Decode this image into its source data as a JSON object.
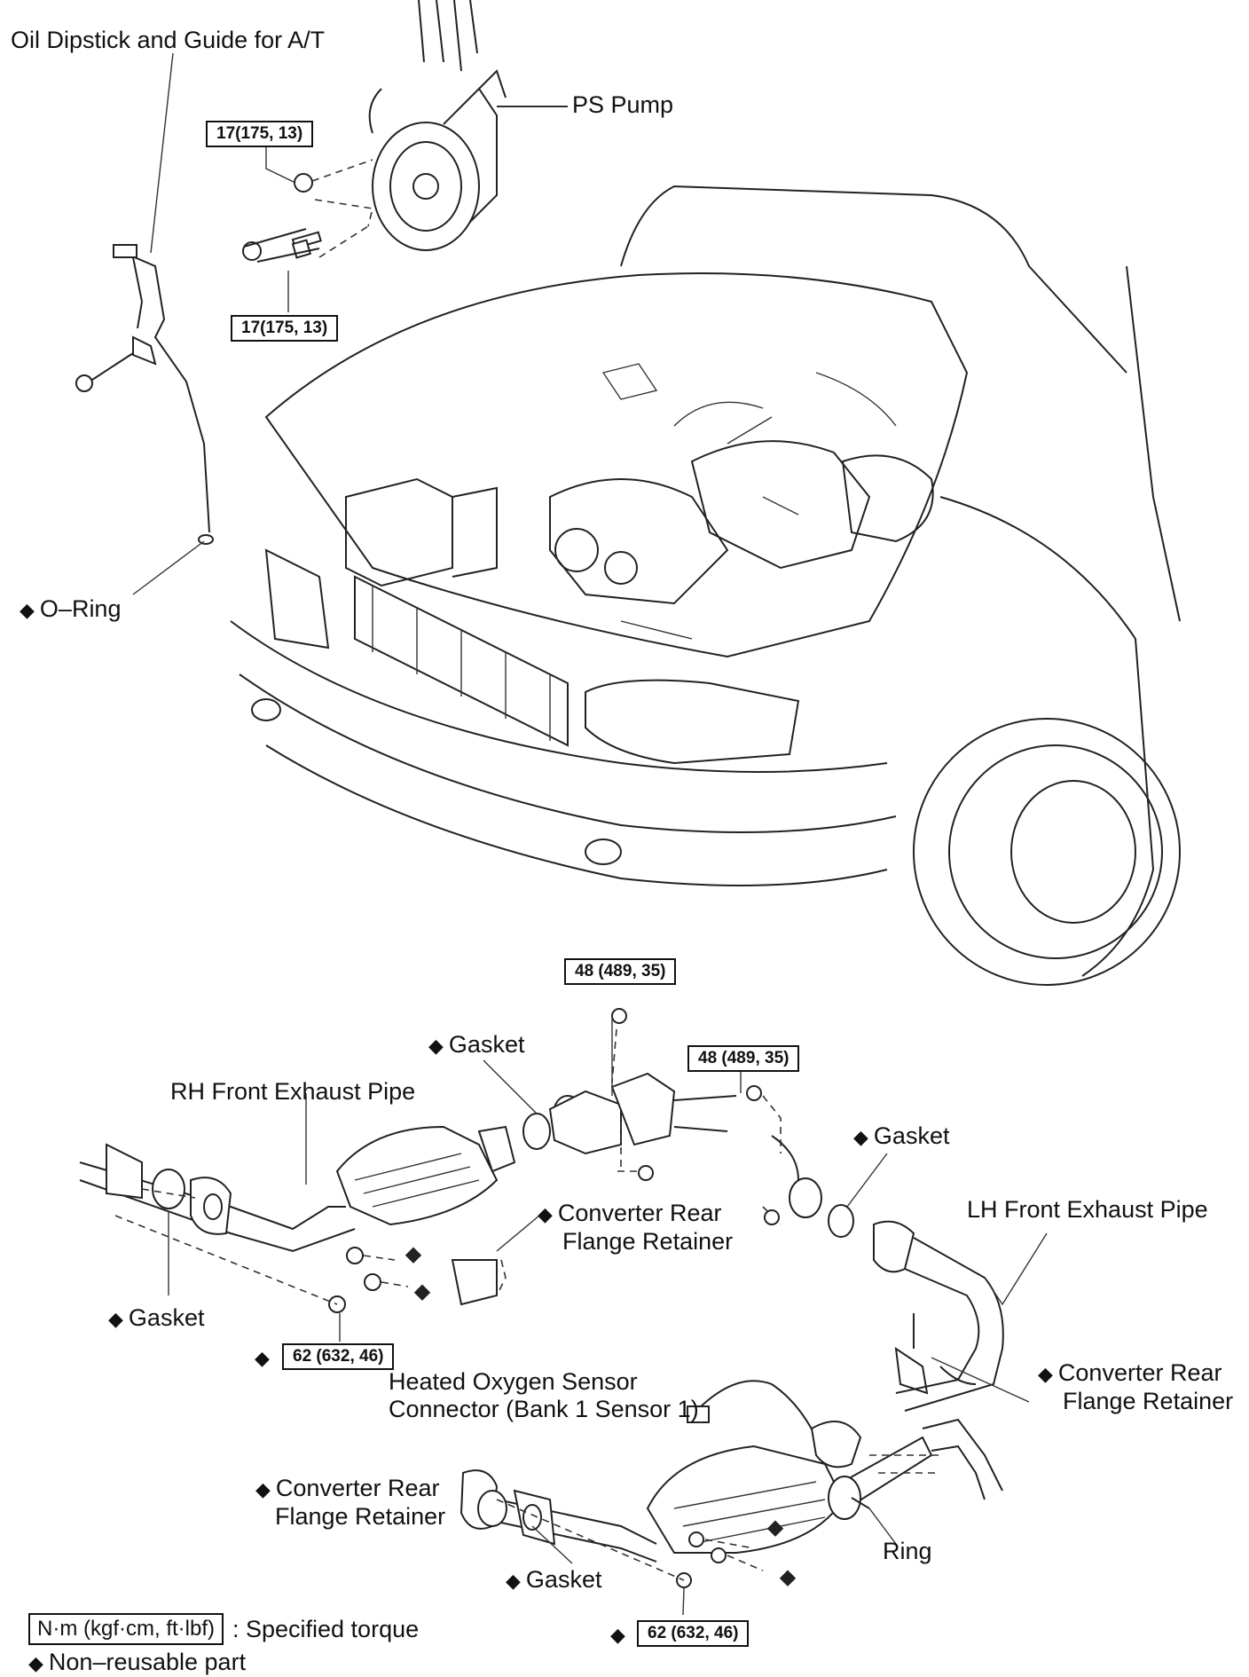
{
  "labels": {
    "oil_dipstick": "Oil Dipstick and Guide for A/T",
    "ps_pump": "PS Pump",
    "o_ring": "O–Ring",
    "gasket": "Gasket",
    "rh_front_exhaust_pipe": "RH Front Exhaust Pipe",
    "converter_rear_line1": "Converter  Rear",
    "converter_rear_line2": "Flange Retainer",
    "lh_front_exhaust_pipe": "LH Front Exhaust Pipe",
    "heated_oxygen_line1": "Heated Oxygen Sensor",
    "heated_oxygen_line2": "Connector (Bank 1 Sensor 1)",
    "ring": "Ring",
    "diamond": "◆"
  },
  "torques": {
    "ps_pump_top": "17(175, 13)",
    "ps_pump_bottom": "17(175, 13)",
    "flange_upper": "48 (489, 35)",
    "flange_lower": "48 (489, 35)",
    "rh_pipe_nut": "62 (632, 46)",
    "lh_pipe_nut": "62 (632, 46)"
  },
  "legend": {
    "torque_box": "N·m (kgf·cm, ft·lbf)",
    "torque_desc": ": Specified torque",
    "nonreusable": "Non–reusable part"
  }
}
